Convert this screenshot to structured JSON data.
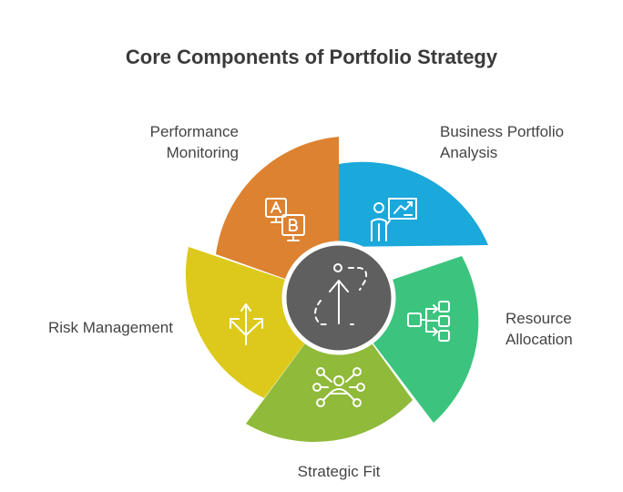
{
  "title": "Core Components of Portfolio Strategy",
  "segments": [
    {
      "name": "business-portfolio-analysis",
      "line1": "Business Portfolio",
      "line2": "Analysis",
      "color": "#1ba8db",
      "icon": "presentation-chart-icon"
    },
    {
      "name": "resource-allocation",
      "line1": "Resource",
      "line2": "Allocation",
      "color": "#3cc47e",
      "icon": "allocation-tree-icon"
    },
    {
      "name": "strategic-fit",
      "line1": "Strategic Fit",
      "line2": "",
      "color": "#8fba3a",
      "icon": "network-person-icon"
    },
    {
      "name": "risk-management",
      "line1": "Risk Management",
      "line2": "",
      "color": "#dcc91b",
      "icon": "diverging-arrows-icon"
    },
    {
      "name": "performance-monitoring",
      "line1": "Performance",
      "line2": "Monitoring",
      "color": "#dd8230",
      "icon": "ab-test-icon"
    }
  ],
  "center": {
    "color": "#5f5f5f",
    "icon": "path-arrow-icon"
  }
}
